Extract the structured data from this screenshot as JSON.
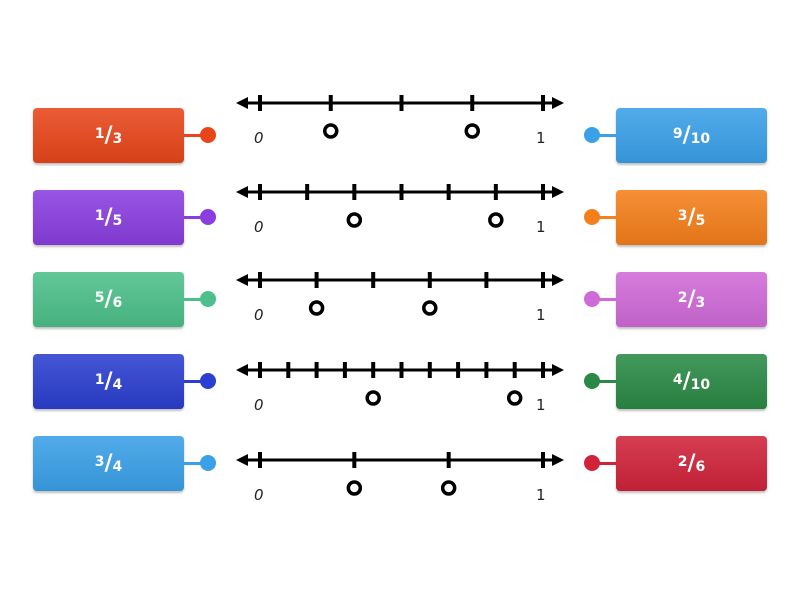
{
  "left_cards": [
    {
      "num": "1",
      "den": "3",
      "color": "#e8461a"
    },
    {
      "num": "1",
      "den": "5",
      "color": "#8a3ee0"
    },
    {
      "num": "5",
      "den": "6",
      "color": "#4cc08a"
    },
    {
      "num": "1",
      "den": "4",
      "color": "#2b3fd0"
    },
    {
      "num": "3",
      "den": "4",
      "color": "#3aa0e8"
    }
  ],
  "right_cards": [
    {
      "num": "9",
      "den": "10",
      "color": "#3aa0e8"
    },
    {
      "num": "3",
      "den": "5",
      "color": "#f57f1a"
    },
    {
      "num": "2",
      "den": "3",
      "color": "#d06ad8"
    },
    {
      "num": "4",
      "den": "10",
      "color": "#2a8a45"
    },
    {
      "num": "2",
      "den": "6",
      "color": "#d0233a"
    }
  ],
  "number_lines": [
    {
      "divisions": 4,
      "circles": [
        0.25,
        0.75
      ],
      "start_label": "0",
      "end_label": "1"
    },
    {
      "divisions": 6,
      "circles": [
        0.3333,
        0.8333
      ],
      "start_label": "0",
      "end_label": "1"
    },
    {
      "divisions": 5,
      "circles": [
        0.2,
        0.6
      ],
      "start_label": "0",
      "end_label": "1"
    },
    {
      "divisions": 10,
      "circles": [
        0.4,
        0.9
      ],
      "start_label": "0",
      "end_label": "1"
    },
    {
      "divisions": 3,
      "circles": [
        0.3333,
        0.6667
      ],
      "start_label": "0",
      "end_label": "1"
    }
  ]
}
